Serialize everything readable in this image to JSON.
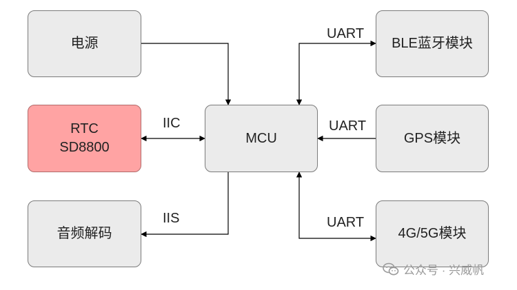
{
  "blocks": {
    "power": "电源",
    "rtc_line1": "RTC",
    "rtc_line2": "SD8800",
    "audio": "音频解码",
    "mcu": "MCU",
    "ble": "BLE蓝牙模块",
    "gps": "GPS模块",
    "cellular": "4G/5G模块"
  },
  "links": {
    "iic": "IIC",
    "iis": "IIS",
    "uart_ble": "UART",
    "uart_gps": "UART",
    "uart_cellular": "UART"
  },
  "watermark": "公众号 · 兴威帆",
  "colors": {
    "block_fill": "#ebebeb",
    "rtc_fill": "#ffa3a3",
    "line": "#000000"
  }
}
